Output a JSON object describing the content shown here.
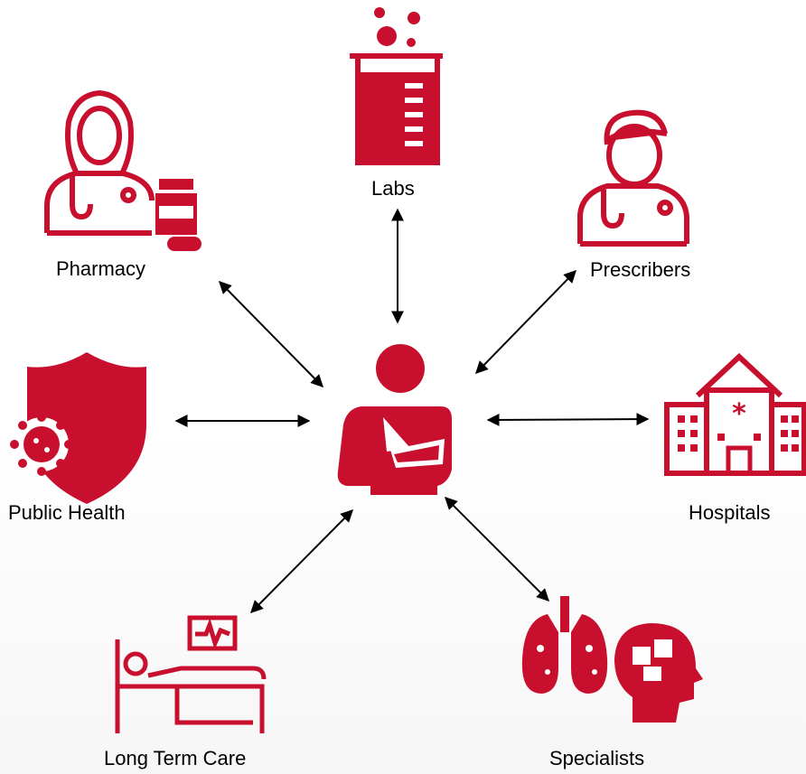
{
  "diagram": {
    "center": {
      "icon": "patient-arm-sling-icon"
    },
    "nodes": [
      {
        "id": "labs",
        "label": "Labs",
        "icon": "lab-beaker-icon"
      },
      {
        "id": "pharmacy",
        "label": "Pharmacy",
        "icon": "pharmacist-icon"
      },
      {
        "id": "prescribers",
        "label": "Prescribers",
        "icon": "doctor-icon"
      },
      {
        "id": "public_health",
        "label": "Public Health",
        "icon": "virus-shield-icon"
      },
      {
        "id": "hospitals",
        "label": "Hospitals",
        "icon": "hospital-icon"
      },
      {
        "id": "long_term_care",
        "label": "Long Term Care",
        "icon": "hospital-bed-icon"
      },
      {
        "id": "specialists",
        "label": "Specialists",
        "icon": "lungs-brain-icon"
      }
    ],
    "edges": [
      {
        "from": "center",
        "to": "labs",
        "bidirectional": true
      },
      {
        "from": "center",
        "to": "pharmacy",
        "bidirectional": true
      },
      {
        "from": "center",
        "to": "prescribers",
        "bidirectional": true
      },
      {
        "from": "center",
        "to": "public_health",
        "bidirectional": true
      },
      {
        "from": "center",
        "to": "hospitals",
        "bidirectional": true
      },
      {
        "from": "center",
        "to": "long_term_care",
        "bidirectional": true
      },
      {
        "from": "center",
        "to": "specialists",
        "bidirectional": true
      }
    ],
    "colors": {
      "icon": "#c8102e",
      "arrow": "#000000",
      "text": "#000000"
    }
  }
}
